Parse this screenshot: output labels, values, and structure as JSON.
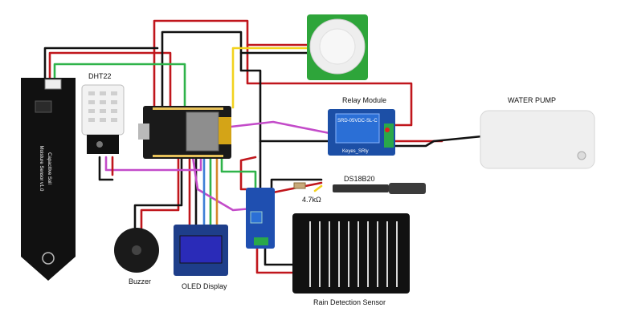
{
  "labels": {
    "dht22": "DHT22",
    "relay_module": "Relay Module",
    "water_pump": "WATER PUMP",
    "ds18b20": "DS18B20",
    "resistor": "4.7kΩ",
    "buzzer": "Buzzer",
    "oled_display": "OLED Display",
    "rain_sensor": "Rain Detection Sensor",
    "soil_sensor_line1": "Capacitive Soil",
    "soil_sensor_line2": "Moisture Sensor v1.0",
    "relay_brand": "Keyes_SRly",
    "relay_part": "SRD-05VDC-SL-C"
  },
  "colors": {
    "red_wire": "#c0161c",
    "black_wire": "#111111",
    "green_wire": "#2fb34a",
    "yellow_wire": "#f2d21e",
    "magenta_wire": "#c34bc9",
    "blue_wire": "#3d7fd6",
    "orange_wire": "#d7882b",
    "board_black": "#1a1a1a",
    "relay_blue": "#1c4fa6",
    "oled_screen": "#2a2bb8",
    "pir_green": "#2ea53a"
  }
}
